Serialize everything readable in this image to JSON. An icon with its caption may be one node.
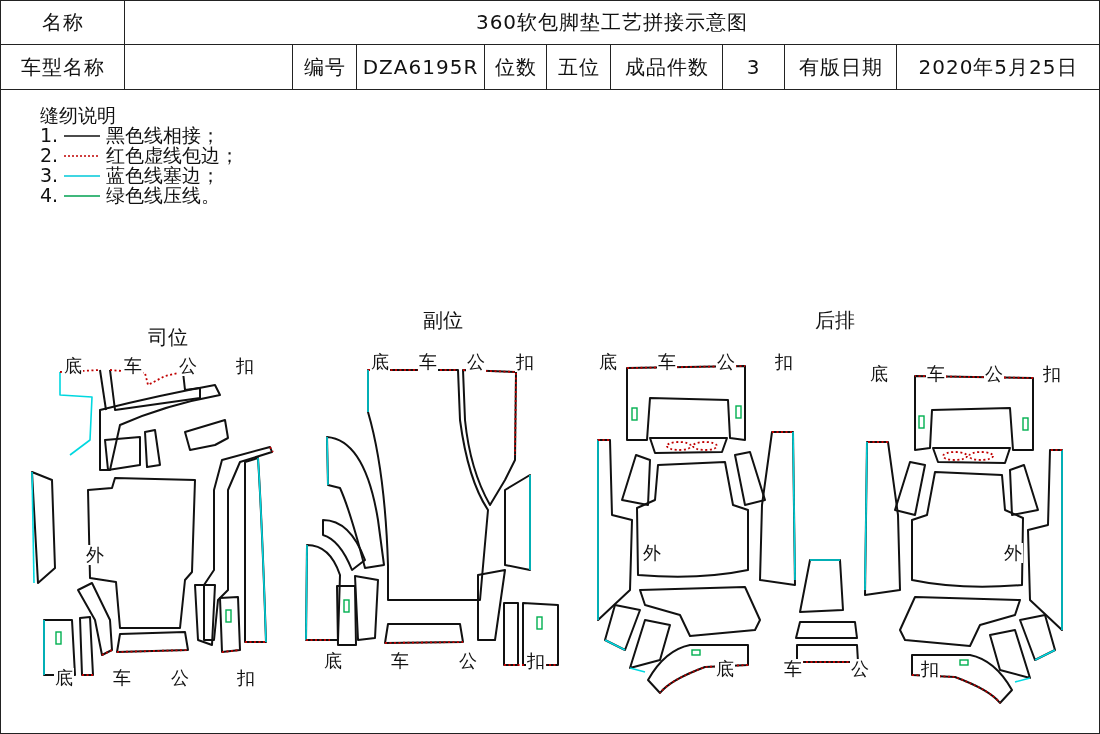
{
  "diagram": {
    "title": "360软包脚垫工艺拼接示意图",
    "labels": [
      "名称",
      "车型名称",
      "编号",
      "DZA6195R",
      "位数",
      "五位",
      "成品件数",
      "3",
      "有版日期",
      "2020年5月25日",
      "缝纫说明",
      "1.",
      "2.",
      "3.",
      "4.",
      "司位",
      "副位",
      "后排",
      "底",
      "车",
      "公",
      "扣",
      "底",
      "车",
      "公",
      "扣",
      "底",
      "车",
      "公",
      "扣",
      "底",
      "车",
      "公",
      "扣",
      "外",
      "外",
      "外",
      "底",
      "车",
      "公",
      "扣",
      "底",
      "车",
      "公",
      "扣",
      "底",
      "车",
      "公",
      "扣"
    ],
    "legend": [
      {
        "text": "黑色线相接；"
      },
      {
        "text": "红色虚线包边；"
      },
      {
        "text": "蓝色线塞边；"
      },
      {
        "text": "绿色线压线。"
      }
    ]
  }
}
